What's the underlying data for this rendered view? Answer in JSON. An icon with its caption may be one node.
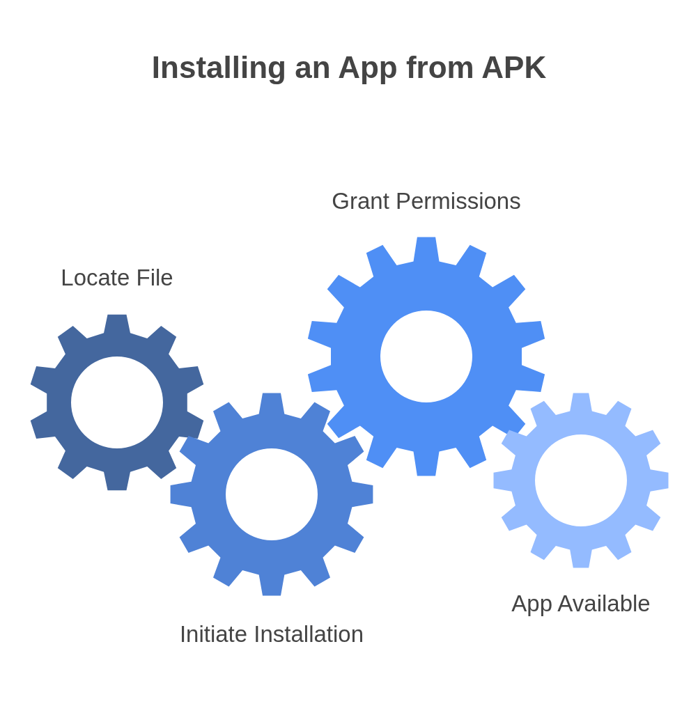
{
  "diagram": {
    "title": "Installing an App from APK",
    "nodes": [
      {
        "text": [
          "Locate File"
        ]
      },
      {
        "text": [
          "Initiate Installation"
        ]
      },
      {
        "text": [
          "Grant Permissions"
        ]
      },
      {
        "text": [
          "App Available"
        ]
      }
    ],
    "edges": []
  }
}
